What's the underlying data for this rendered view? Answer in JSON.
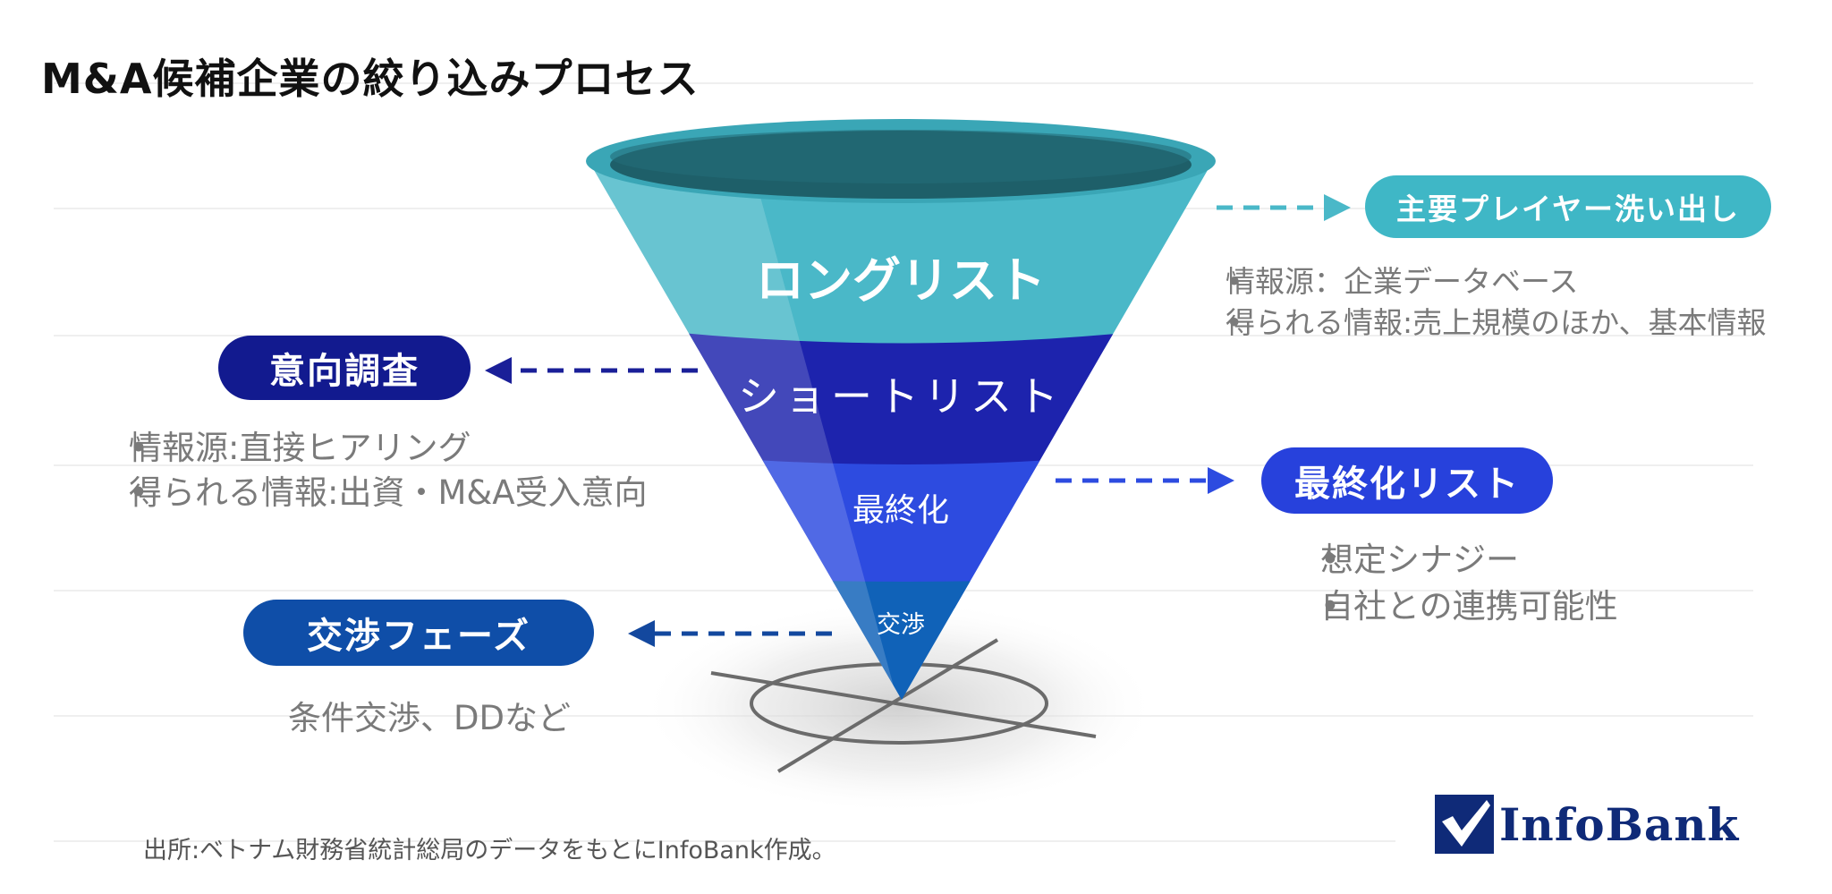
{
  "title": "M&A候補企業の絞り込みプロセス",
  "funnel": {
    "stage1": "ロングリスト",
    "stage2": "ショートリスト",
    "stage3": "最終化",
    "stage4": "交渉"
  },
  "callouts": {
    "players": {
      "label": "主要プレイヤー洗い出し",
      "bullets": [
        "情報源：企業データベース",
        "得られる情報:売上規模のほか、基本情報"
      ]
    },
    "intent": {
      "label": "意向調査",
      "bullets": [
        "情報源:直接ヒアリング",
        "得られる情報:出資・M&A受入意向"
      ]
    },
    "final_list": {
      "label": "最終化リスト",
      "bullets": [
        "想定シナジー",
        "自社との連携可能性"
      ]
    },
    "negotiation": {
      "label": "交渉フェーズ",
      "text": "条件交渉、DDなど"
    }
  },
  "source": "出所:ベトナム財務省統計総局のデータをもとにInfoBank作成。",
  "logo": {
    "text": "InfoBank"
  },
  "colors": {
    "teal": "#4ab8c8",
    "navy": "#1a1fa8",
    "blue": "#2d4be0",
    "deep_blue": "#1062b8",
    "pill_navy": "#121a8f",
    "pill_teal": "#3fb7c6",
    "pill_blue": "#2741dc",
    "pill_deep": "#0f4ea8",
    "text_gray": "#7a7a7a"
  }
}
